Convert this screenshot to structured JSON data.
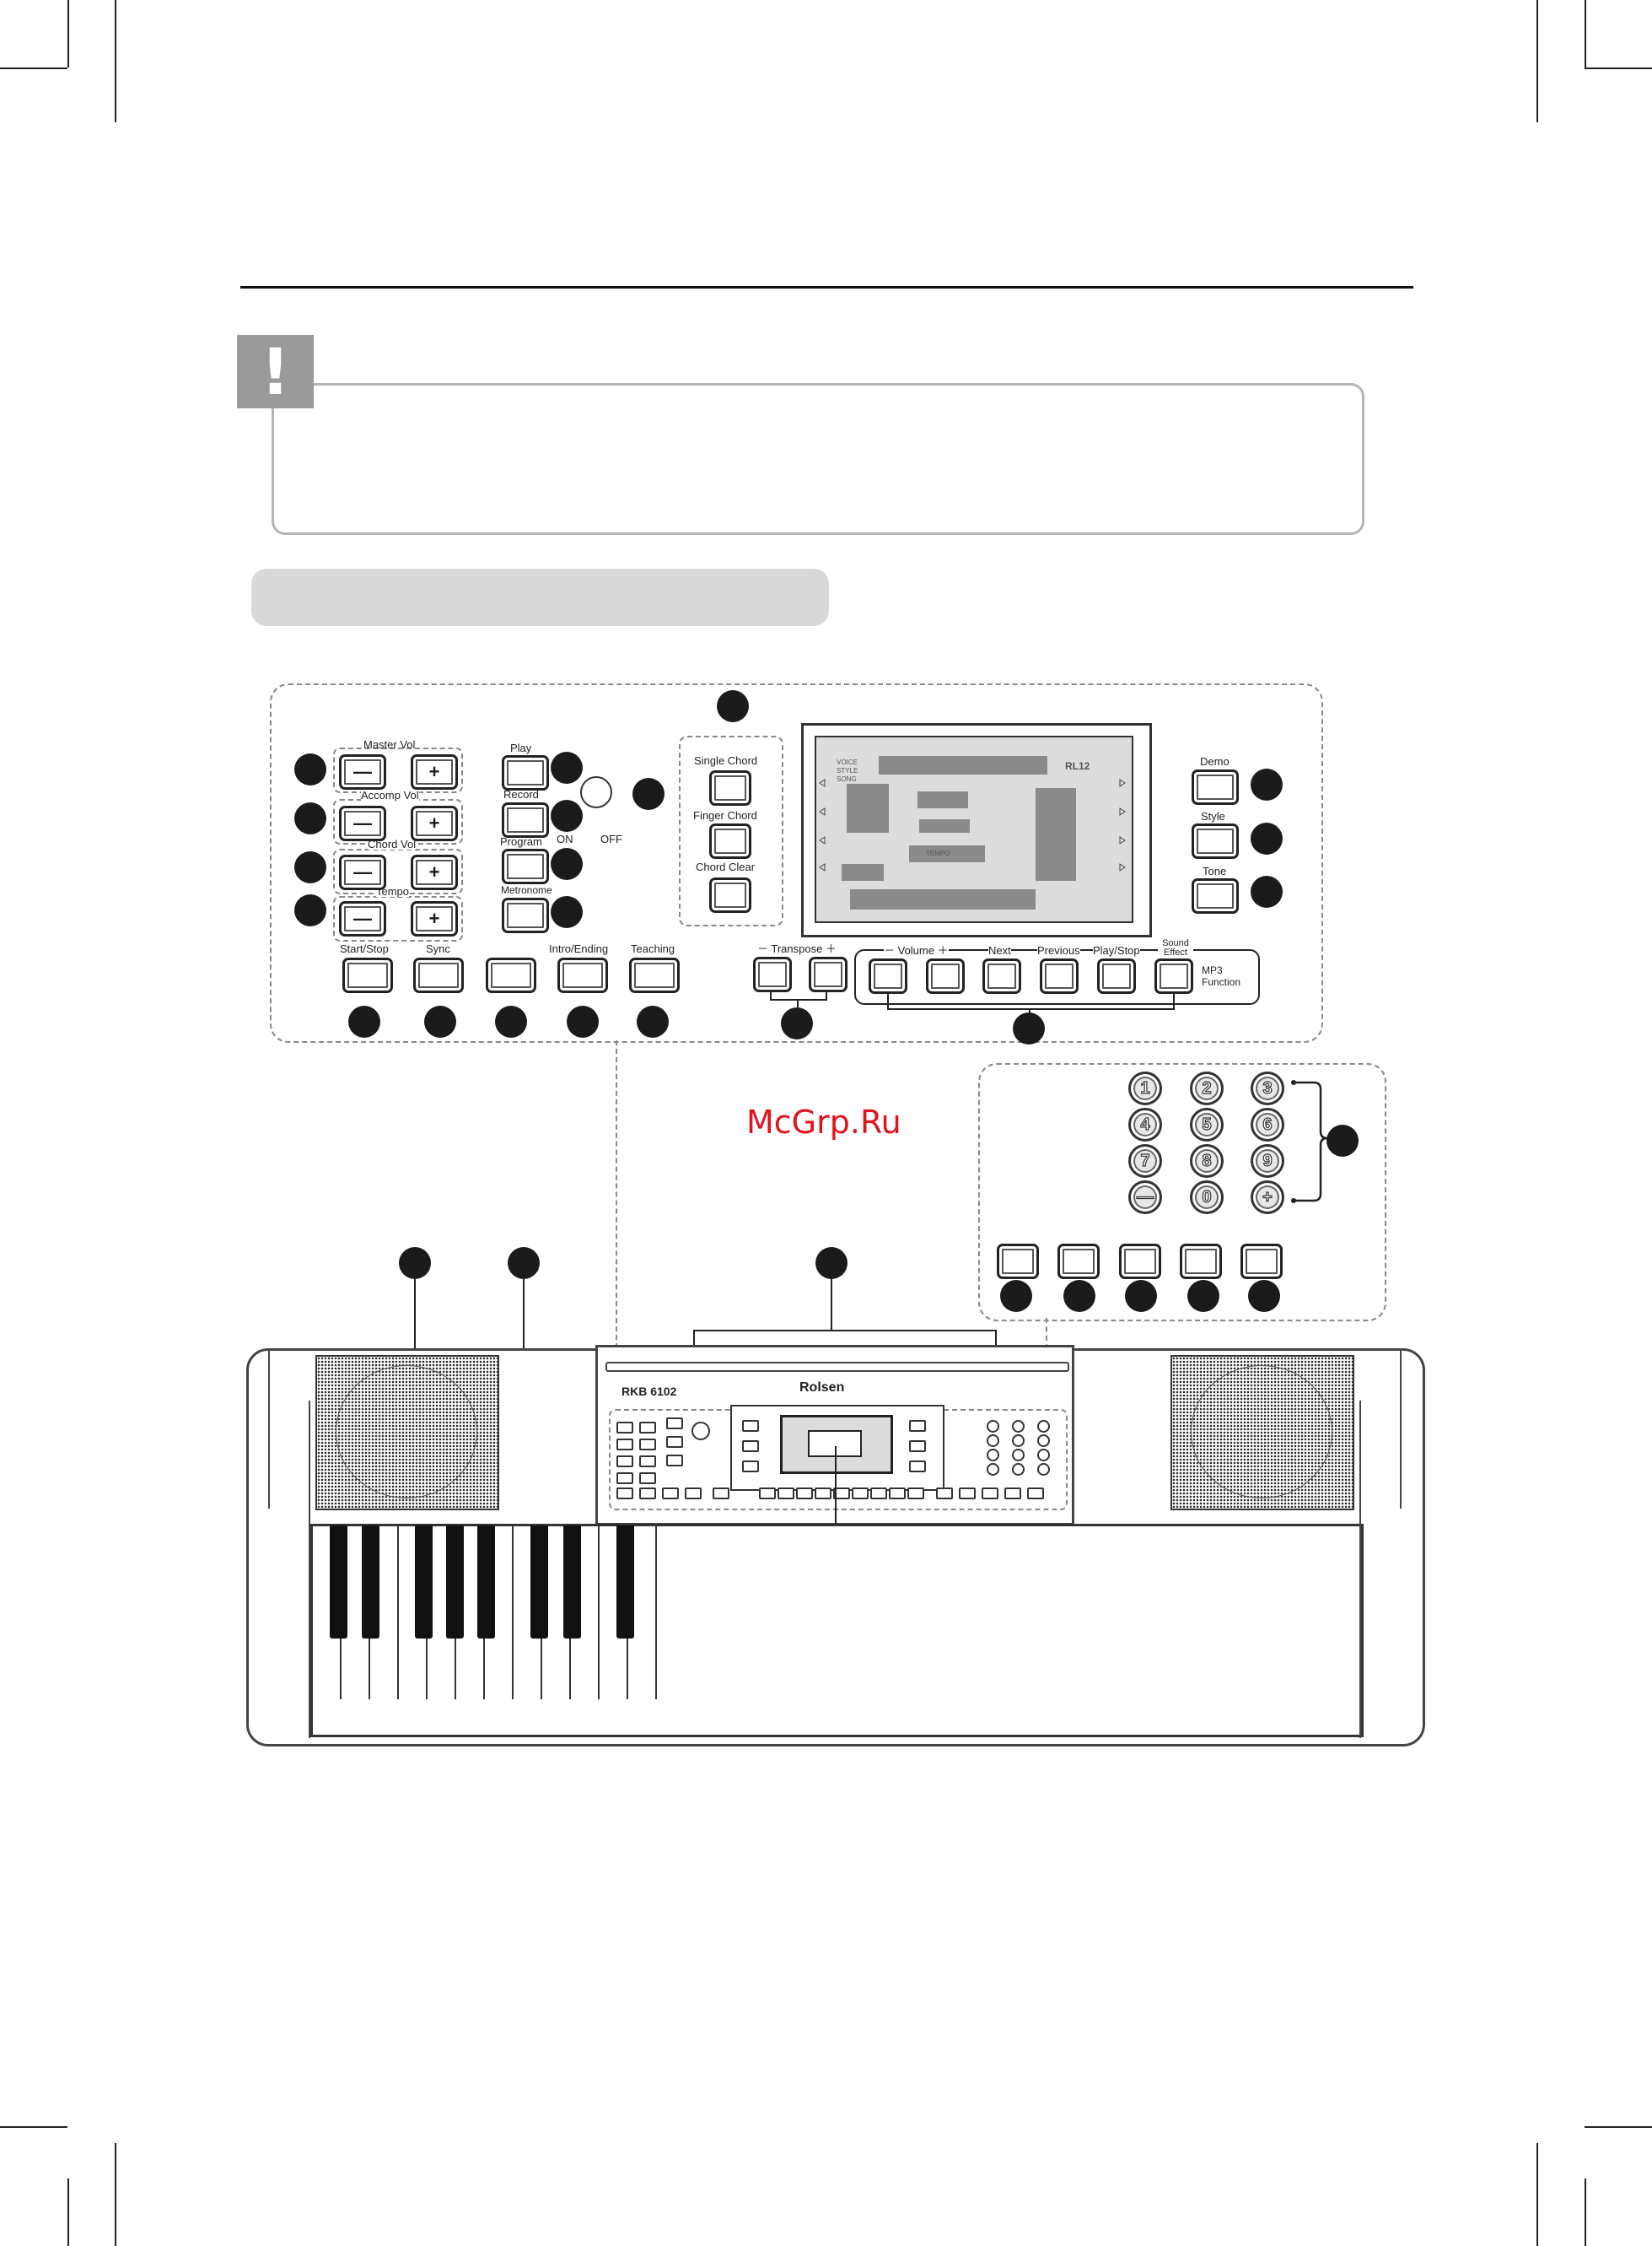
{
  "panel": {
    "master_vol": "Master Vol",
    "accomp_vol": "Accomp Vol",
    "chord_vol": "Chord Vol",
    "tempo": "Tempo",
    "play": "Play",
    "record": "Record",
    "program": "Program",
    "metronome": "Metronome",
    "on_label": "ON",
    "off_label": "OFF",
    "single_chord": "Single Chord",
    "finger_chord": "Finger Chord",
    "chord_clear": "Chord Clear",
    "demo": "Demo",
    "style": "Style",
    "tone": "Tone",
    "start_stop": "Start/Stop",
    "sync": "Sync",
    "intro_ending": "Intro/Ending",
    "teaching": "Teaching",
    "transpose": "－ Transpose ＋",
    "volume": "－ Volume ＋",
    "next": "Next",
    "previous": "Previous",
    "play_stop": "Play/Stop",
    "sound_effect": "Sound Effect",
    "mp3_function": "MP3 Function",
    "minus_symbol": "—",
    "plus_symbol": "+"
  },
  "lcd": {
    "model_code": "RL12",
    "rows": [
      "VOICE",
      "STYLE",
      "SONG"
    ],
    "tempo_label": "TEMPO"
  },
  "keypad": {
    "keys": [
      "1",
      "2",
      "3",
      "4",
      "5",
      "6",
      "7",
      "8",
      "9",
      "—",
      "0",
      "+"
    ]
  },
  "keyboard": {
    "model": "RKB 6102",
    "brand": "Rolsen"
  },
  "watermark": "McGrp.Ru",
  "icons": {
    "warning": "exclamation-icon"
  }
}
